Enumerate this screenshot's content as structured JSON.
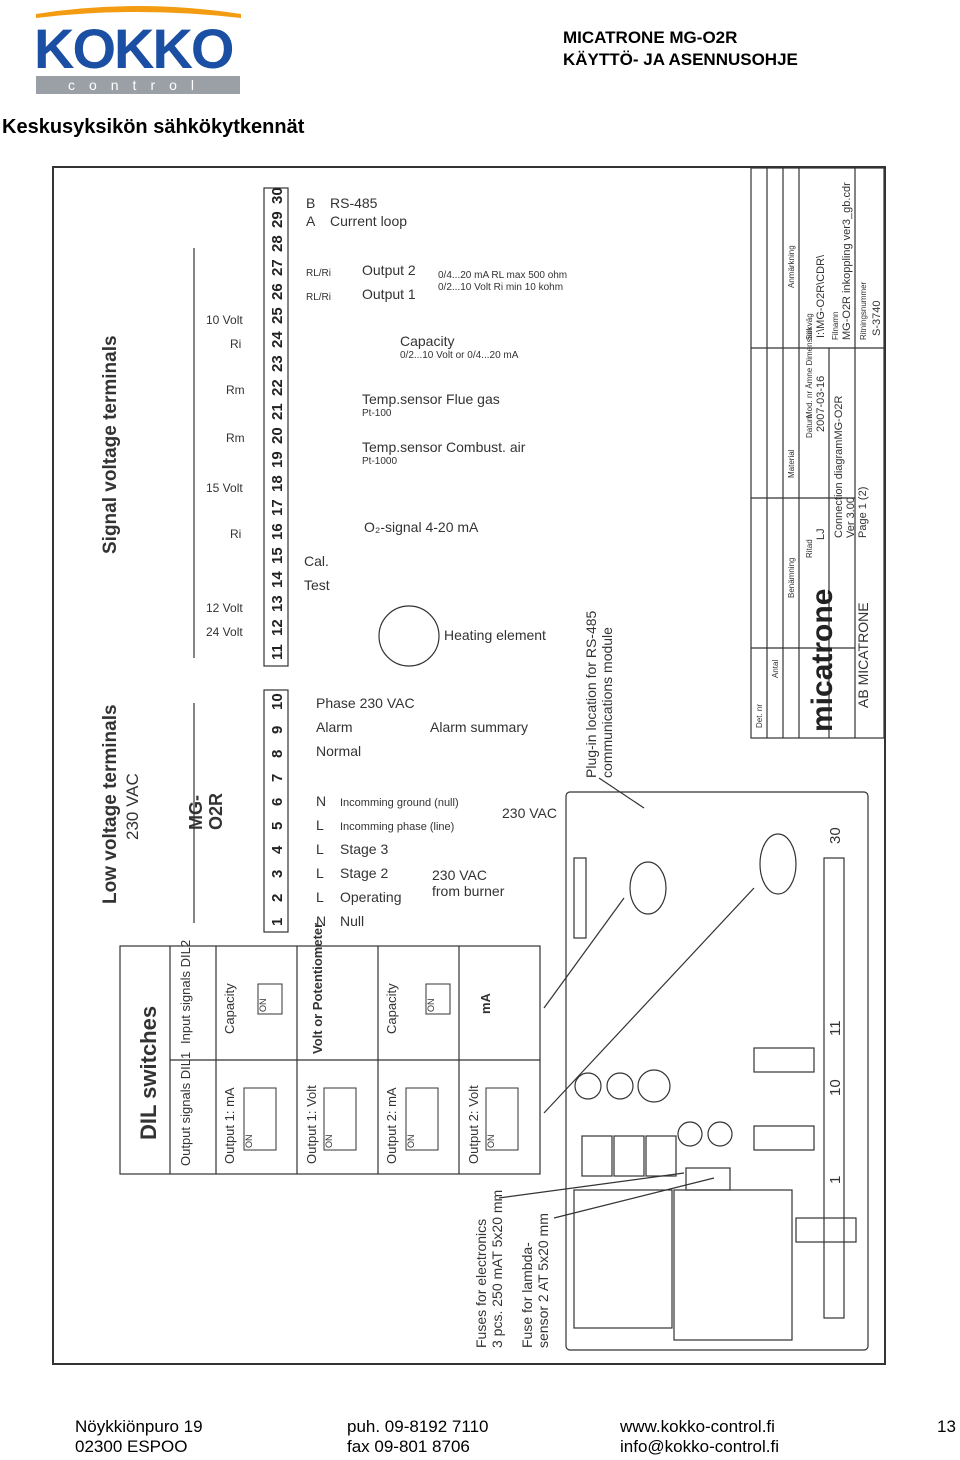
{
  "header": {
    "logo": {
      "brand": "KOKKO",
      "sub": "control",
      "accent_color": "#f39c12",
      "brand_color": "#1a4fa3"
    },
    "title_line1": "MICATRONE MG-O2R",
    "title_line2": "KÄYTTÖ- JA ASENNUSOHJE"
  },
  "section_title": "Keskusyksikön sähkökytkennät",
  "diagram": {
    "signal_title": "Signal voltage terminals",
    "low_title_1": "Low voltage terminals",
    "low_title_2": "230 VAC",
    "unit_label_1": "MG-",
    "unit_label_2": "O2R",
    "signal_terminals": [
      "11",
      "12",
      "13",
      "14",
      "15",
      "16",
      "17",
      "18",
      "19",
      "20",
      "21",
      "22",
      "23",
      "24",
      "25",
      "26",
      "27",
      "28",
      "29",
      "30"
    ],
    "low_terminals": [
      "1",
      "2",
      "3",
      "4",
      "5",
      "6",
      "7",
      "8",
      "9",
      "10"
    ],
    "rs485_b": "B",
    "rs485_label": "RS-485",
    "rs485_a": "A",
    "current_loop": "Current loop",
    "output2": "Output 2",
    "output1": "Output 1",
    "out_spec1": "0/4...20 mA RL max 500 ohm",
    "out_spec2": "0/2...10 Volt Ri min 10 kohm",
    "rl_ri": "RL/Ri",
    "capacity": "Capacity",
    "capacity_spec": "0/2...10 Volt or 0/4...20 mA",
    "volt10": "10 Volt",
    "ri": "Ri",
    "rm": "Rm",
    "temp_flue": "Temp.sensor Flue gas",
    "pt100": "Pt-100",
    "temp_comb": "Temp.sensor Combust. air",
    "pt1000": "Pt-1000",
    "volt15": "15 Volt",
    "o2_signal": "O₂-signal 4-20 mA",
    "cal": "Cal.",
    "test": "Test",
    "volt12": "12 Volt",
    "volt24": "24 Volt",
    "heating": "Heating element",
    "phase": "Phase 230 VAC",
    "alarm": "Alarm",
    "normal": "Normal",
    "alarm_summary": "Alarm summary",
    "n_letter": "N",
    "l_letter": "L",
    "inc_ground": "Incomming ground (null)",
    "inc_phase": "Incomming phase (line)",
    "vac230": "230 VAC",
    "stage3": "Stage 3",
    "stage2": "Stage 2",
    "operating": "Operating",
    "null": "Null",
    "from_burner_1": "230 VAC",
    "from_burner_2": "from burner",
    "plugin_1": "Plug-in location for RS-485",
    "plugin_2": "communications module",
    "dil_title": "DIL switches",
    "dil_input": "Input signals DIL2",
    "dil_output": "Output signals DIL1",
    "dil_rows": [
      "Capacity",
      "Volt or Potentiometer",
      "Capacity",
      "mA",
      "Output 1: mA",
      "Output 1: Volt",
      "Output 2: mA",
      "Output 2: Volt"
    ],
    "sw_on": "ON",
    "fuse_el_1": "Fuses for electronics",
    "fuse_el_2": "3 pcs. 250 mAT 5x20 mm",
    "fuse_lam_1": "Fuse for lambda-",
    "fuse_lam_2": "sensor 2 AT 5x20 mm",
    "pcb_30": "30",
    "pcb_11": "11",
    "pcb_10": "10",
    "pcb_1": "1",
    "tb_brand": "micatrone",
    "tb_company": "AB MICATRONE",
    "tb_cols": [
      "Det. nr",
      "Antal",
      "Benämning",
      "Material",
      "Mod. nr Ämne Dimension",
      "Anmärkning"
    ],
    "tb_ritad": "Ritad",
    "tb_ritad_val": "LJ",
    "tb_datum": "Datum",
    "tb_datum_val": "2007-03-16",
    "tb_sokvag": "Sökväg",
    "tb_sokvag_val": "I:\\MG-O2R\\CDR\\",
    "tb_filnamn": "Filnamn",
    "tb_filnamn_val": "MG-O2R inkoppling ver3_gb.cdr",
    "tb_ritn": "Ritningsnummer",
    "tb_ritn_val": "S-3740",
    "tb_desc1": "Connection diagramMG-O2R",
    "tb_desc2": "Ver 3.00",
    "tb_desc3": "Page 1 (2)"
  },
  "footer": {
    "address1": "Nöykkiönpuro 19",
    "address2": "02300 ESPOO",
    "phone": "puh. 09-8192 7110",
    "fax": "fax   09-801 8706",
    "web": "www.kokko-control.fi",
    "email": "info@kokko-control.fi",
    "page": "13"
  }
}
